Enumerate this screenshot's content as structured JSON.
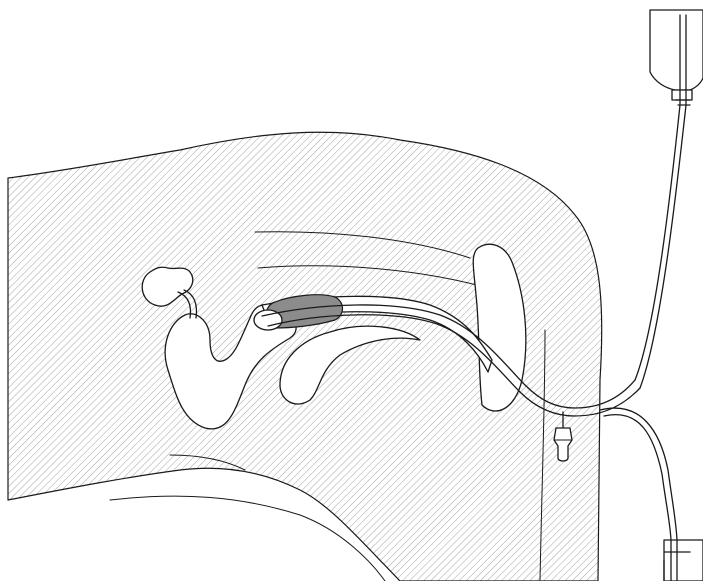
{
  "diagram": {
    "kind": "illustration",
    "elements": [
      "body-cross-section",
      "kidney",
      "ureter",
      "bladder",
      "rectum",
      "pubic-bone",
      "urethra",
      "catheter",
      "balloon",
      "sample-port",
      "irrigation-bag",
      "drainage-bag"
    ],
    "colors": {
      "outline": "#1a1a1a",
      "hatch": "#9a9a9a",
      "balloon": "#8c8c8c",
      "background": "#ffffff"
    },
    "hatch_pattern": "diagonal-lines"
  }
}
